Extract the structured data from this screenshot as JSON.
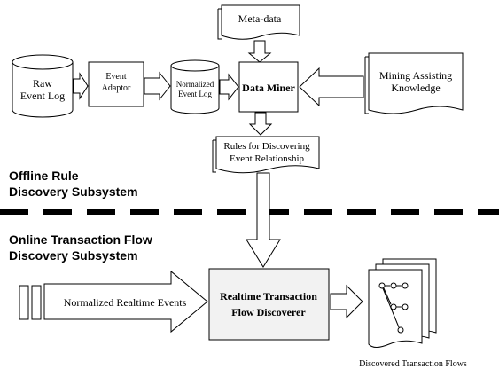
{
  "nodes": {
    "meta_data": "Meta-data",
    "raw_event_log": [
      "Raw",
      "Event Log"
    ],
    "event_adaptor": [
      "Event",
      "Adaptor"
    ],
    "normalized_event_log": [
      "Normalized",
      "Event Log"
    ],
    "data_miner": "Data Miner",
    "mining_knowledge": [
      "Mining Assisting",
      "Knowledge"
    ],
    "rules": [
      "Rules for Discovering",
      "Event Relationship"
    ],
    "realtime_discoverer": [
      "Realtime Transaction",
      "Flow Discoverer"
    ],
    "normalized_realtime_events": "Normalized Realtime Events",
    "discovered_flows": "Discovered Transaction Flows"
  },
  "sections": {
    "offline": [
      "Offline Rule",
      "Discovery Subsystem"
    ],
    "online": [
      "Online Transaction Flow",
      "Discovery Subsystem"
    ]
  }
}
